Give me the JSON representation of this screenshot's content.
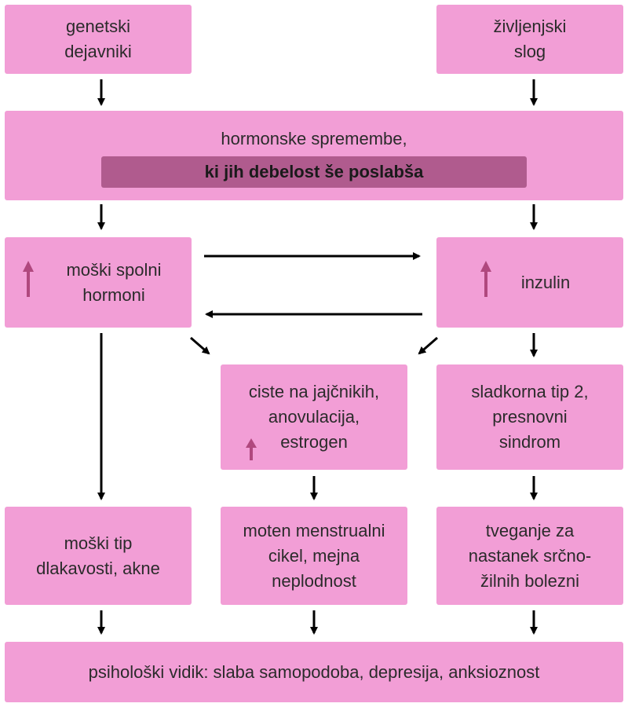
{
  "colors": {
    "box": "#f29ed6",
    "band": "#b05b8e",
    "arrow": "#000000",
    "up_arrow": "#b0487e"
  },
  "nodes": {
    "genetic": {
      "lines": [
        "genetski",
        "dejavniki"
      ]
    },
    "lifestyle": {
      "lines": [
        "življenjski",
        "slog"
      ]
    },
    "hormonal": {
      "title": "hormonske spremembe,",
      "highlight": "ki jih debelost še poslabša"
    },
    "androgens": {
      "lines": [
        "moški spolni",
        "hormoni"
      ],
      "icon": "up-arrow-icon"
    },
    "insulin": {
      "lines": [
        "inzulin"
      ],
      "icon": "up-arrow-icon"
    },
    "cysts": {
      "lines": [
        "ciste na jajčnikih,",
        "anovulacija,",
        "estrogen"
      ],
      "icon": "up-arrow-icon"
    },
    "diabetes": {
      "lines": [
        "sladkorna tip 2,",
        "presnovni",
        "sindrom"
      ]
    },
    "hair": {
      "lines": [
        "moški tip",
        "dlakavosti, akne"
      ]
    },
    "cycle": {
      "lines": [
        "moten menstrualni",
        "cikel, mejna",
        "neplodnost"
      ]
    },
    "cardio": {
      "lines": [
        "tveganje za",
        "nastanek srčno-",
        "žilnih bolezni"
      ]
    },
    "psych": {
      "lines": [
        "psihološki vidik: slaba samopodoba, depresija, anksioznost"
      ]
    }
  }
}
